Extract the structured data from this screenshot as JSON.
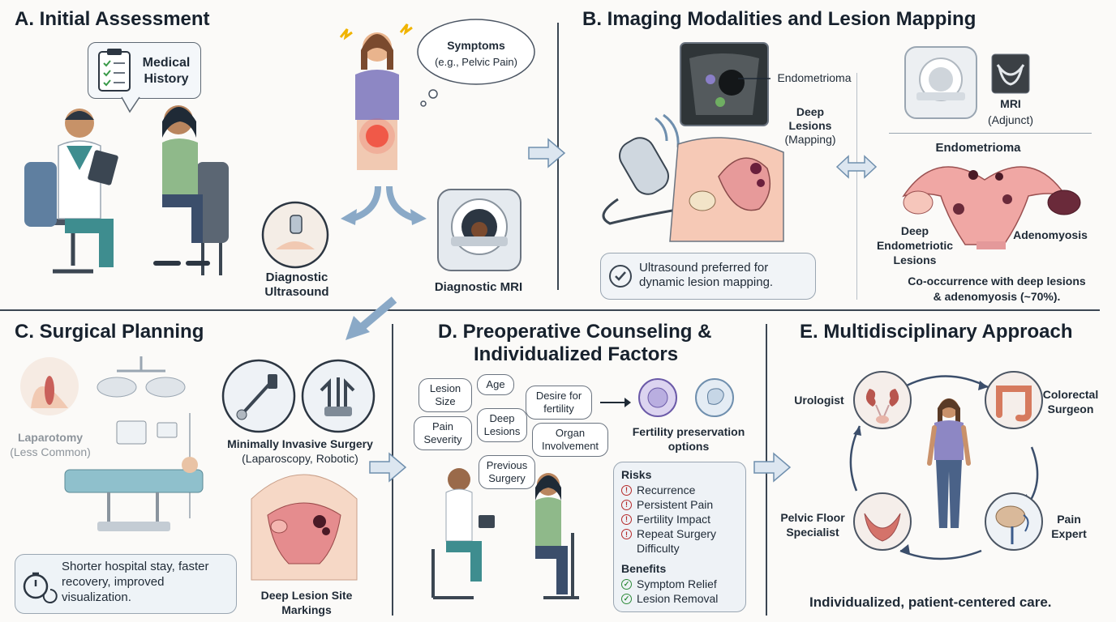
{
  "sections": {
    "a": {
      "title": "A. Initial Assessment",
      "medical_history": "Medical History",
      "symptoms_title": "Symptoms",
      "symptoms_sub": "(e.g., Pelvic Pain)",
      "ultrasound": "Diagnostic Ultrasound",
      "mri": "Diagnostic MRI"
    },
    "b": {
      "title": "B. Imaging Modalities and Lesion Mapping",
      "endometrioma_us": "Endometrioma",
      "deep_lesions": "Deep Lesions",
      "mapping": "(Mapping)",
      "ultrasound_note": "Ultrasound preferred for dynamic lesion mapping.",
      "mri": "MRI",
      "mri_sub": "(Adjunct)",
      "endometrioma": "Endometrioma",
      "deep_endometriotic": "Deep Endometriotic Lesions",
      "adenomyosis": "Adenomyosis",
      "cooccurrence": "Co-occurrence with deep lesions & adenomyosis (~70%)."
    },
    "c": {
      "title": "C. Surgical Planning",
      "laparotomy": "Laparotomy",
      "laparotomy_sub": "(Less Common)",
      "mis": "Minimally Invasive Surgery",
      "mis_sub": "(Laparoscopy, Robotic)",
      "benefit_note": "Shorter hospital stay, faster recovery, improved visualization.",
      "deep_site": "Deep Lesion Site Markings"
    },
    "d": {
      "title_line1": "D. Preoperative Counseling &",
      "title_line2": "Individualized Factors",
      "factors": [
        "Lesion Size",
        "Age",
        "Desire for fertility",
        "Pain Severity",
        "Deep Lesions",
        "Organ Involvement",
        "Previous Surgery"
      ],
      "fertility": "Fertility preservation options",
      "risks_title": "Risks",
      "risks": [
        "Recurrence",
        "Persistent Pain",
        "Fertility Impact",
        "Repeat Surgery Difficulty"
      ],
      "benefits_title": "Benefits",
      "benefits": [
        "Symptom Relief",
        "Lesion Removal"
      ]
    },
    "e": {
      "title": "E. Multidisciplinary Approach",
      "urologist": "Urologist",
      "colorectal": "Colorectal Surgeon",
      "pain": "Pain Expert",
      "pelvic": "Pelvic Floor Specialist",
      "footer": "Individualized, patient-centered care."
    }
  },
  "colors": {
    "accent_blue": "#7fa3c7",
    "risk_red": "#b52a2a",
    "benefit_green": "#2e8b3a",
    "tissue_pink": "#e79a9a"
  }
}
